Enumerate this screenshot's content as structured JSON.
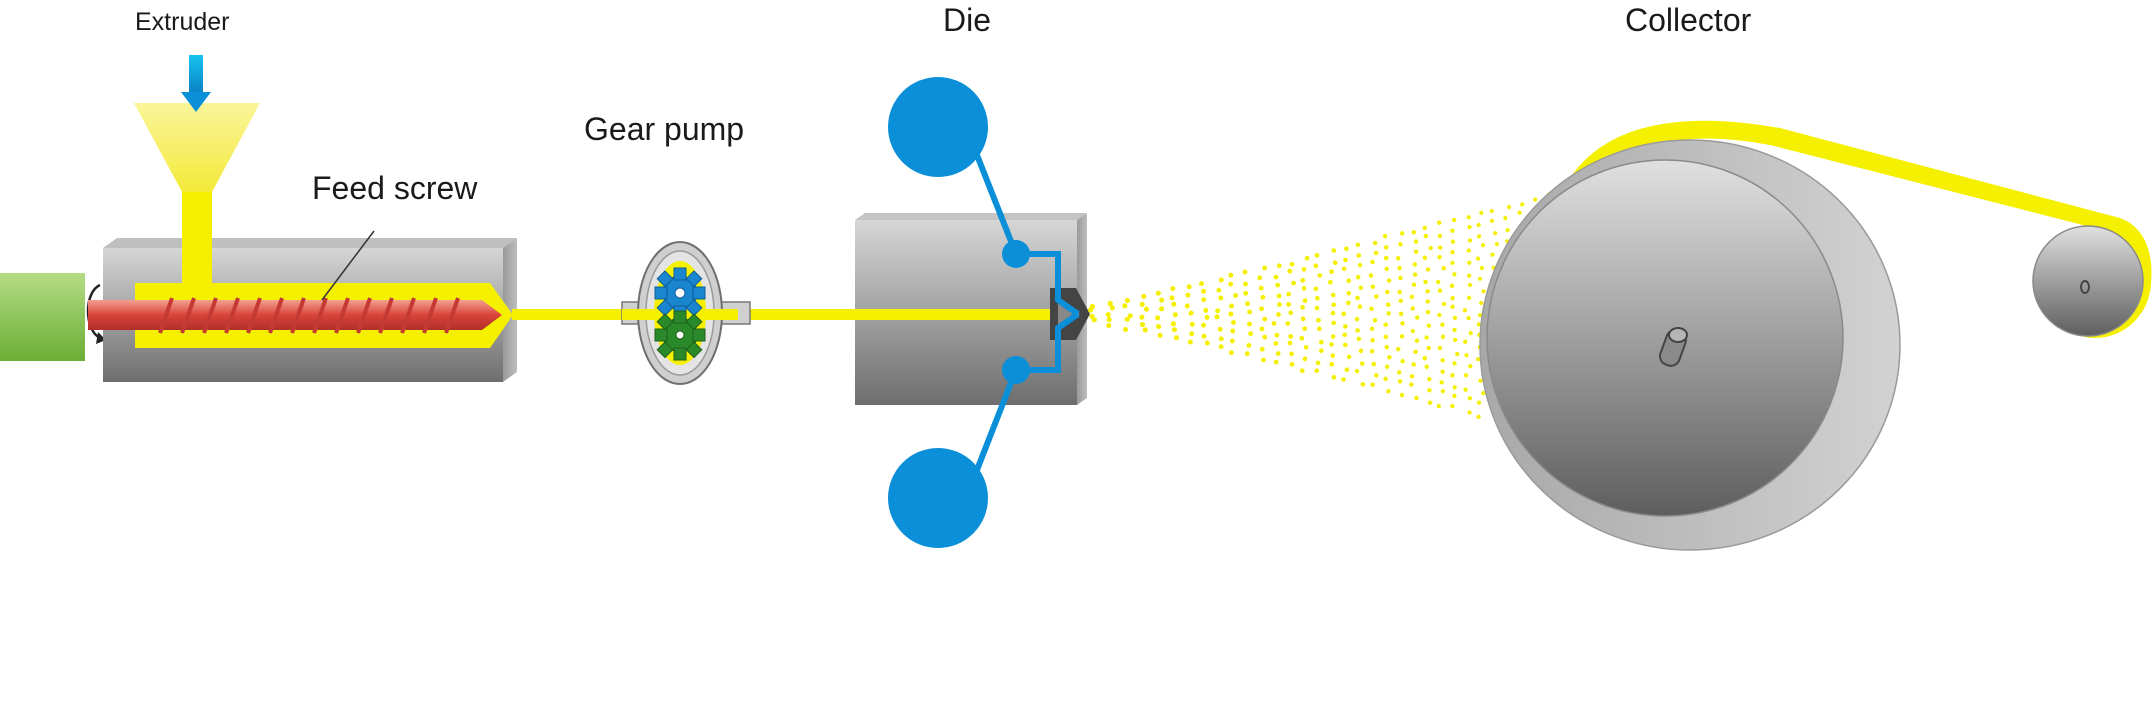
{
  "labels": {
    "extruder": "Extruder",
    "gear_pump": "Gear pump",
    "feed_screw": "Feed screw",
    "die": "Die",
    "collector": "Collector"
  },
  "colors": {
    "polymer_yellow": "#f5f000",
    "air_blue": "#0a8fd8",
    "motor_green": "#86c34a",
    "screw_red": "#d9534f",
    "gear_green": "#2a8a2a",
    "body_gray": "#8c8c8c"
  }
}
